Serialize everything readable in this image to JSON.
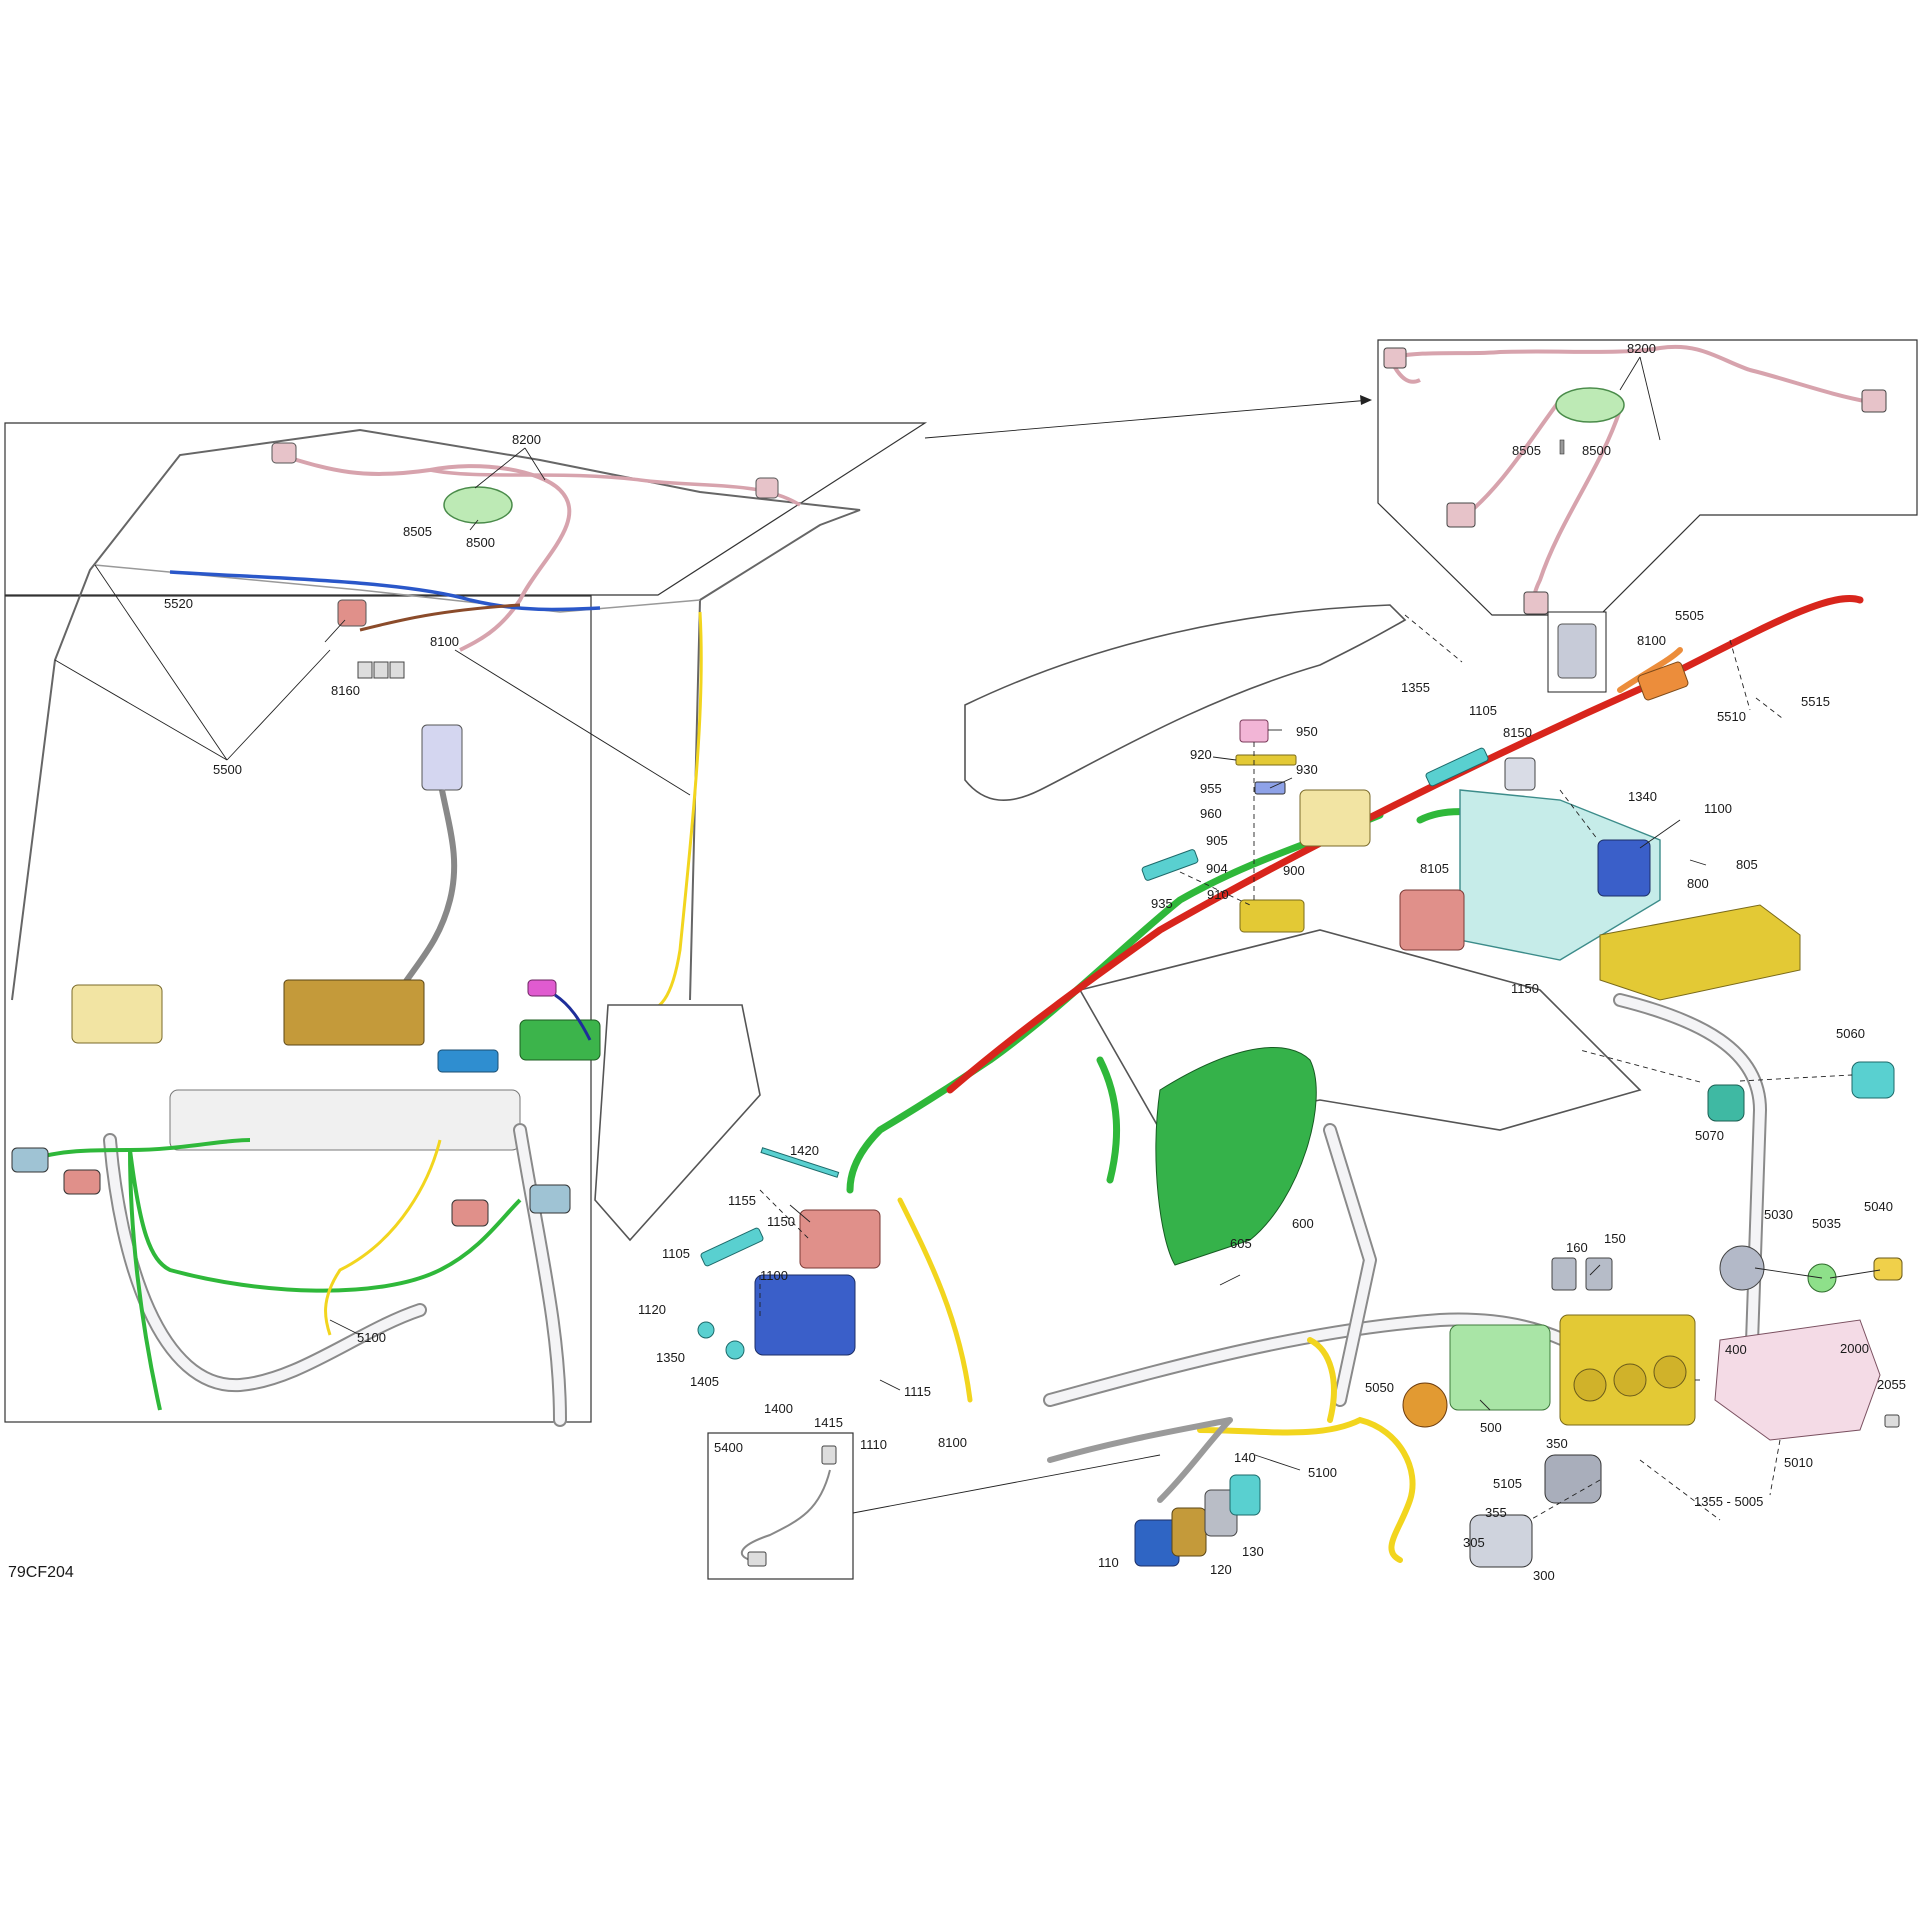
{
  "diagram_code": "79CF204",
  "colors": {
    "harness_green": "#2fb83a",
    "harness_red": "#d8251c",
    "harness_yellow": "#f2d51e",
    "harness_pink": "#d7a3ad",
    "harness_blue": "#2a57c9",
    "part_yellow": "#e3c935",
    "part_salmon": "#e0908a",
    "part_cyan": "#59d0d0",
    "part_teal": "#9fe3df",
    "part_pink": "#f2b5d6",
    "part_green": "#3cb44b"
  },
  "callouts": [
    {
      "id": "c8200a",
      "text": "8200"
    },
    {
      "id": "c8505a",
      "text": "8505"
    },
    {
      "id": "c8500a",
      "text": "8500"
    },
    {
      "id": "c5520",
      "text": "5520"
    },
    {
      "id": "c8100a",
      "text": "8100"
    },
    {
      "id": "c8160",
      "text": "8160"
    },
    {
      "id": "c5500",
      "text": "5500"
    },
    {
      "id": "c5100a",
      "text": "5100"
    },
    {
      "id": "c8200b",
      "text": "8200"
    },
    {
      "id": "c8505b",
      "text": "8505"
    },
    {
      "id": "c8500b",
      "text": "8500"
    },
    {
      "id": "c5505",
      "text": "5505"
    },
    {
      "id": "c8100b",
      "text": "8100"
    },
    {
      "id": "c5515",
      "text": "5515"
    },
    {
      "id": "c5510",
      "text": "5510"
    },
    {
      "id": "c1355a",
      "text": "1355"
    },
    {
      "id": "c1105a",
      "text": "1105"
    },
    {
      "id": "c8150",
      "text": "8150"
    },
    {
      "id": "c950",
      "text": "950"
    },
    {
      "id": "c920",
      "text": "920"
    },
    {
      "id": "c930",
      "text": "930"
    },
    {
      "id": "c955",
      "text": "955"
    },
    {
      "id": "c960",
      "text": "960"
    },
    {
      "id": "c905",
      "text": "905"
    },
    {
      "id": "c904",
      "text": "904"
    },
    {
      "id": "c900",
      "text": "900"
    },
    {
      "id": "c910",
      "text": "910"
    },
    {
      "id": "c935",
      "text": "935"
    },
    {
      "id": "c8105",
      "text": "8105"
    },
    {
      "id": "c1340",
      "text": "1340"
    },
    {
      "id": "c1100a",
      "text": "1100"
    },
    {
      "id": "c805",
      "text": "805"
    },
    {
      "id": "c800",
      "text": "800"
    },
    {
      "id": "c1150a",
      "text": "1150"
    },
    {
      "id": "c5060",
      "text": "5060"
    },
    {
      "id": "c5070",
      "text": "5070"
    },
    {
      "id": "c1420",
      "text": "1420"
    },
    {
      "id": "c1155",
      "text": "1155"
    },
    {
      "id": "c1150b",
      "text": "1150"
    },
    {
      "id": "c1105b",
      "text": "1105"
    },
    {
      "id": "c1100b",
      "text": "1100"
    },
    {
      "id": "c1120",
      "text": "1120"
    },
    {
      "id": "c1350",
      "text": "1350"
    },
    {
      "id": "c1405",
      "text": "1405"
    },
    {
      "id": "c1400",
      "text": "1400"
    },
    {
      "id": "c1115",
      "text": "1115"
    },
    {
      "id": "c1415",
      "text": "1415"
    },
    {
      "id": "c1110",
      "text": "1110"
    },
    {
      "id": "c8100c",
      "text": "8100"
    },
    {
      "id": "c605",
      "text": "605"
    },
    {
      "id": "c600",
      "text": "600"
    },
    {
      "id": "c5030",
      "text": "5030"
    },
    {
      "id": "c5035",
      "text": "5035"
    },
    {
      "id": "c5040",
      "text": "5040"
    },
    {
      "id": "c160",
      "text": "160"
    },
    {
      "id": "c150",
      "text": "150"
    },
    {
      "id": "c400",
      "text": "400"
    },
    {
      "id": "c2000",
      "text": "2000"
    },
    {
      "id": "c2055",
      "text": "2055"
    },
    {
      "id": "c5050",
      "text": "5050"
    },
    {
      "id": "c500",
      "text": "500"
    },
    {
      "id": "c5105",
      "text": "5105"
    },
    {
      "id": "c350",
      "text": "350"
    },
    {
      "id": "c355",
      "text": "355"
    },
    {
      "id": "c5100b",
      "text": "5100"
    },
    {
      "id": "c305",
      "text": "305"
    },
    {
      "id": "c300",
      "text": "300"
    },
    {
      "id": "c5010",
      "text": "5010"
    },
    {
      "id": "c1355b",
      "text": "1355 - 5005"
    },
    {
      "id": "c140",
      "text": "140"
    },
    {
      "id": "c130",
      "text": "130"
    },
    {
      "id": "c120",
      "text": "120"
    },
    {
      "id": "c110",
      "text": "110"
    },
    {
      "id": "c5400",
      "text": "5400"
    }
  ]
}
